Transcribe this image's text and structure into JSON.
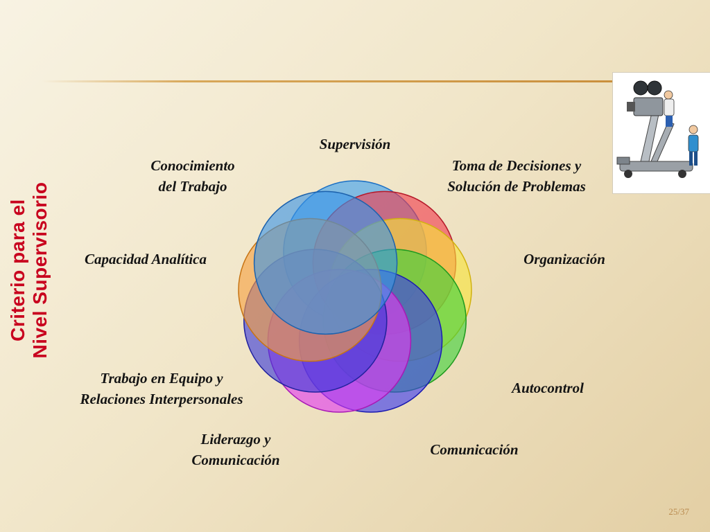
{
  "slide": {
    "title_lines": [
      "Criterio para el",
      "Nivel Supervisorio"
    ],
    "page": "25/37"
  },
  "labels": [
    {
      "id": "supervision",
      "lines": [
        "Supervisión"
      ]
    },
    {
      "id": "toma-decisiones",
      "lines": [
        "Toma de Decisiones y",
        "Solución de Problemas"
      ]
    },
    {
      "id": "organizacion",
      "lines": [
        "Organización"
      ]
    },
    {
      "id": "autocontrol",
      "lines": [
        "Autocontrol"
      ]
    },
    {
      "id": "comunicacion",
      "lines": [
        "Comunicación"
      ]
    },
    {
      "id": "liderazgo",
      "lines": [
        "Liderazgo y",
        "Comunicación"
      ]
    },
    {
      "id": "trabajo-equipo",
      "lines": [
        "Trabajo en Equipo y",
        "Relaciones Interpersonales"
      ]
    },
    {
      "id": "capacidad-analitica",
      "lines": [
        "Capacidad Analítica"
      ]
    },
    {
      "id": "conocimiento",
      "lines": [
        "Conocimiento",
        "del Trabajo"
      ]
    }
  ],
  "circles": [
    {
      "color": "#3aa0f0",
      "stroke": "#1b6fc4"
    },
    {
      "color": "#f03c4e",
      "stroke": "#b51a2a"
    },
    {
      "color": "#f7e33a",
      "stroke": "#d1b210"
    },
    {
      "color": "#3ed23a",
      "stroke": "#1f9a1f"
    },
    {
      "color": "#3a3af0",
      "stroke": "#1a1ab0"
    },
    {
      "color": "#e23af0",
      "stroke": "#a81ab5"
    },
    {
      "color": "#3a3ad8",
      "stroke": "#22229e"
    },
    {
      "color": "#f5a040",
      "stroke": "#c77414"
    },
    {
      "color": "#3a94e6",
      "stroke": "#1c62ad"
    }
  ],
  "clipart": {
    "icon": "film-camera-crew-icon"
  }
}
